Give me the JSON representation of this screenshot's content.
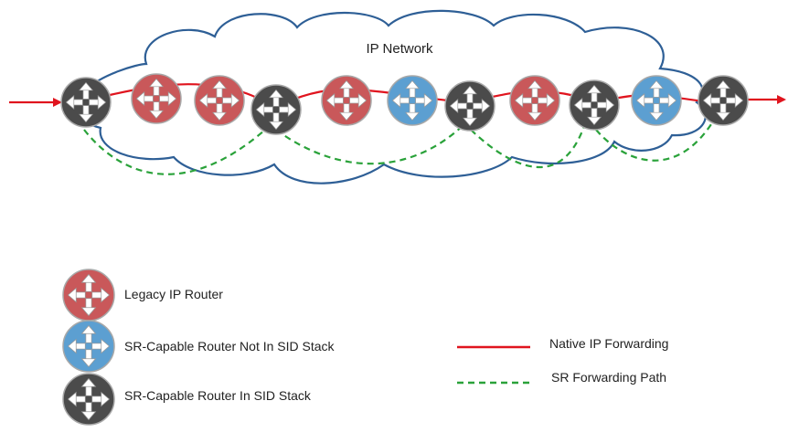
{
  "cloud": {
    "title": "IP Network"
  },
  "legend": {
    "legacy_router": "Legacy IP Router",
    "sr_not_in_stack": "SR-Capable Router Not In SID Stack",
    "sr_in_stack": "SR-Capable Router In SID Stack",
    "native_ip": "Native IP Forwarding",
    "sr_path": "SR Forwarding Path"
  },
  "colors": {
    "legacy": "#c9585a",
    "sr_not_in_stack": "#5c9fd1",
    "sr_in_stack": "#4b4b4b",
    "native_line": "#e0141e",
    "sr_line": "#2aa23a",
    "cloud_stroke": "#2e5f96"
  },
  "routers": [
    {
      "type": "sr_in_stack"
    },
    {
      "type": "legacy"
    },
    {
      "type": "legacy"
    },
    {
      "type": "sr_in_stack"
    },
    {
      "type": "legacy"
    },
    {
      "type": "sr_not_in_stack"
    },
    {
      "type": "sr_in_stack"
    },
    {
      "type": "legacy"
    },
    {
      "type": "sr_in_stack"
    },
    {
      "type": "sr_not_in_stack"
    },
    {
      "type": "sr_in_stack"
    }
  ]
}
